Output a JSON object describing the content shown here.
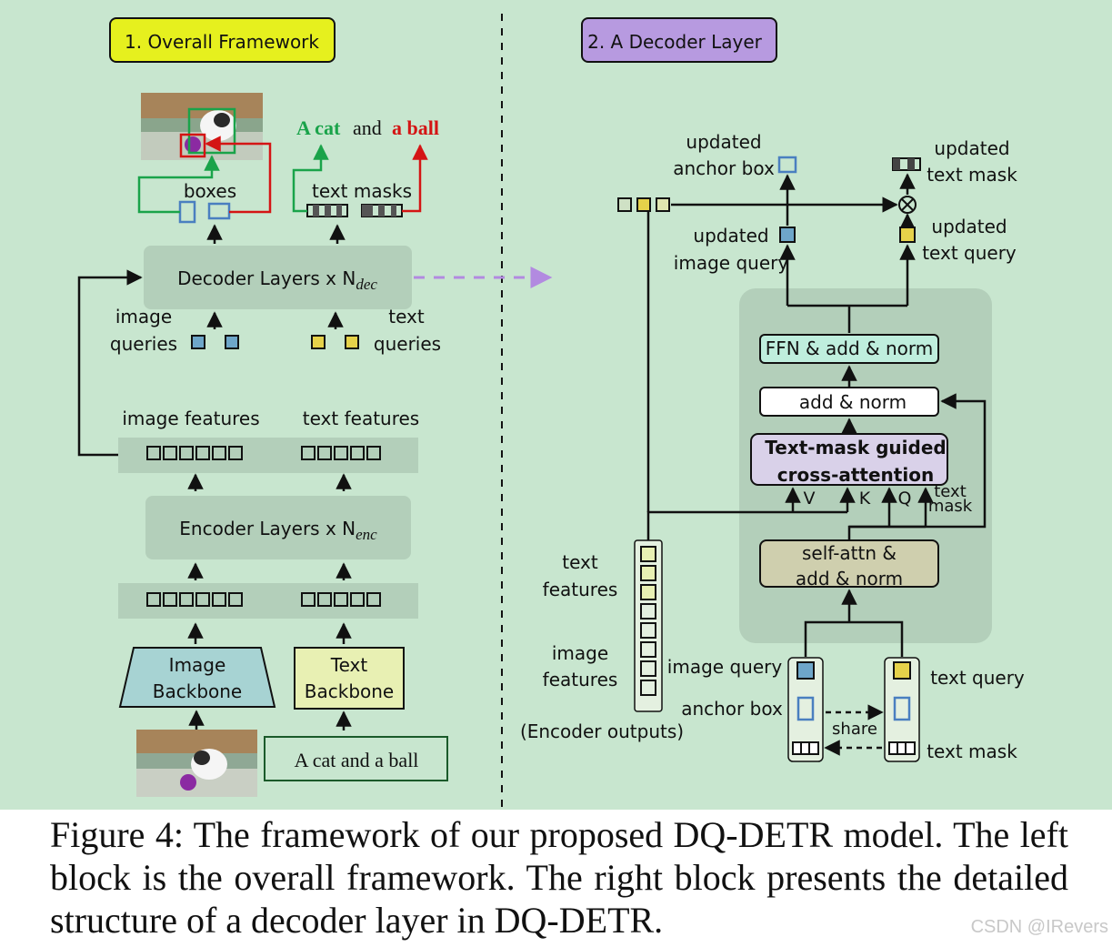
{
  "left_panel": {
    "title": "1. Overall Framework",
    "caption_words": {
      "a_cat": "A cat",
      "and": "and",
      "a_ball": "a ball"
    },
    "boxes_label": "boxes",
    "text_masks_label": "text masks",
    "decoder_label": "Decoder Layers x N",
    "decoder_subscript": "dec",
    "image_queries_label": [
      "image",
      "queries"
    ],
    "text_queries_label": [
      "text",
      "queries"
    ],
    "image_features_label": "image features",
    "text_features_label": "text features",
    "encoder_label": "Encoder Layers x N",
    "encoder_subscript": "enc",
    "image_backbone_label": [
      "Image",
      "Backbone"
    ],
    "text_backbone_label": [
      "Text",
      "Backbone"
    ],
    "input_text": "A cat and a ball"
  },
  "right_panel": {
    "title": "2. A Decoder Layer",
    "updated_anchor_box": [
      "updated",
      "anchor box"
    ],
    "updated_text_mask": [
      "updated",
      "text mask"
    ],
    "updated_image_query": [
      "updated",
      "image query"
    ],
    "updated_text_query": [
      "updated",
      "text query"
    ],
    "ffn_label": "FFN & add & norm",
    "add_norm_label": "add & norm",
    "cross_attention_label": [
      "Text-mask guided",
      "cross-attention"
    ],
    "port_v": "V",
    "port_k": "K",
    "port_q": "Q",
    "port_text_mask": [
      "text",
      "mask"
    ],
    "self_attn_label": [
      "self-attn &",
      "add & norm"
    ],
    "text_features_label": [
      "text",
      "features"
    ],
    "image_features_label": [
      "image",
      "features"
    ],
    "encoder_outputs_label": "(Encoder outputs)",
    "image_query_label": "image query",
    "anchor_box_label": "anchor box",
    "share_label": "share",
    "text_query_label": "text query",
    "text_mask_label": "text mask"
  },
  "colors": {
    "background": "#c8e6cf",
    "title_left_fill": "#e6f01e",
    "title_right_fill": "#b79ae0",
    "query_blue": "#6ea6c9",
    "query_yellow": "#e6d24a",
    "box_outline_blue": "#4a7fc0",
    "arrow_green": "#1aa34a",
    "arrow_red": "#d41414",
    "arrow_dashed_purple": "#b28ae0",
    "block_gray": "#b3cfba",
    "ffn_fill": "#bfeedd",
    "cross_attention_fill": "#d9d1e9",
    "self_attn_fill": "#cfcfae",
    "image_backbone_fill": "#a7d3d3",
    "text_backbone_fill": "#e8f0b3"
  },
  "caption": "Figure 4: The framework of our proposed DQ-DETR model. The left block is the overall framework. The right block presents the detailed structure of a decoder layer in DQ-DETR.",
  "watermark": "CSDN @IRevers"
}
